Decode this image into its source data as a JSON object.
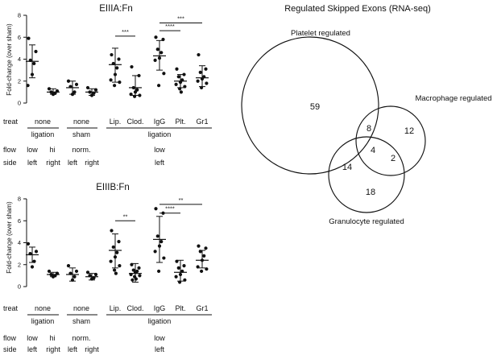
{
  "figure": {
    "panel_a_title": "EIIIA:Fn",
    "panel_b_title": "EIIIB:Fn",
    "venn_title": "Regulated Skipped Exons (RNA-seq)"
  },
  "annotations": {
    "row_labels": [
      "treat",
      "flow",
      "side"
    ],
    "treatment": {
      "none_left": "none",
      "none_right": "none",
      "lip": "Lip.",
      "clod": "Clod.",
      "igg": "IgG",
      "plt": "Plt.",
      "gr1": "Gr1"
    },
    "grouping": {
      "ligation_left": "ligation",
      "sham": "sham",
      "ligation_right": "ligation"
    },
    "flow": {
      "low": "low",
      "hi": "hi",
      "norm": "norm.",
      "low_right": "low"
    },
    "side": {
      "left_1": "left",
      "right_1": "right",
      "left_2": "left",
      "right_2": "right",
      "left_3": "left"
    }
  },
  "chart_data": [
    {
      "type": "scatter",
      "title": "EIIIA:Fn",
      "xlabel": "",
      "ylabel": "Fold-change (over sham)",
      "categories": [
        "none ligation low left",
        "none ligation hi right",
        "none sham norm. left",
        "none sham norm. right",
        "Lip.",
        "Clod.",
        "IgG",
        "Plt.",
        "Gr1"
      ],
      "ylim": [
        0,
        8
      ],
      "yticks": [
        0,
        2,
        4,
        6,
        8
      ],
      "grid": false,
      "series": [
        {
          "points": [
            [
              5.9,
              4.7,
              3.9,
              3.6,
              2.6,
              1.6
            ],
            [
              1.3,
              1.1,
              1.0,
              0.9,
              0.8
            ],
            [
              2.0,
              1.7,
              1.5,
              1.0,
              0.8
            ],
            [
              1.4,
              1.2,
              1.0,
              0.9,
              0.7
            ],
            [
              4.4,
              4.0,
              3.6,
              3.2,
              2.6,
              2.1,
              1.9,
              1.6
            ],
            [
              3.3,
              2.5,
              1.4,
              1.2,
              1.0,
              0.8,
              0.7,
              0.6
            ],
            [
              6.0,
              5.8,
              4.9,
              4.6,
              4.1,
              3.9,
              2.7,
              1.6
            ],
            [
              3.1,
              2.6,
              2.4,
              2.1,
              1.9,
              1.7,
              1.5,
              1.3,
              1.0
            ],
            [
              4.4,
              3.1,
              2.8,
              2.4,
              2.2,
              2.0,
              1.8,
              1.4
            ]
          ],
          "means": [
            3.8,
            1.0,
            1.4,
            1.0,
            3.5,
            1.4,
            4.3,
            2.0,
            2.3
          ],
          "errors": [
            [
              2.3,
              5.3
            ],
            [
              0.8,
              1.3
            ],
            [
              0.8,
              2.0
            ],
            [
              0.7,
              1.3
            ],
            [
              1.9,
              5.0
            ],
            [
              0.7,
              2.5
            ],
            [
              3.0,
              5.7
            ],
            [
              1.4,
              2.6
            ],
            [
              1.5,
              3.4
            ]
          ]
        }
      ],
      "significance": [
        {
          "from": "Lip.",
          "to": "Clod.",
          "label": "***",
          "y": 6.1
        },
        {
          "from": "IgG",
          "to": "Plt.",
          "label": "****",
          "y": 6.6
        },
        {
          "from": "IgG",
          "to": "Gr1",
          "label": "***",
          "y": 7.3
        }
      ]
    },
    {
      "type": "scatter",
      "title": "EIIIB:Fn",
      "xlabel": "",
      "ylabel": "Fold-change (over sham)",
      "categories": [
        "none ligation low left",
        "none ligation hi right",
        "none sham norm. left",
        "none sham norm. right",
        "Lip.",
        "Clod.",
        "IgG",
        "Plt.",
        "Gr1"
      ],
      "ylim": [
        0,
        8
      ],
      "yticks": [
        0,
        2,
        4,
        6,
        8
      ],
      "grid": false,
      "series": [
        {
          "points": [
            [
              3.9,
              3.2,
              3.0,
              2.3,
              1.8
            ],
            [
              1.4,
              1.2,
              1.1,
              1.0,
              0.9
            ],
            [
              1.9,
              1.4,
              1.2,
              0.9,
              0.6
            ],
            [
              1.3,
              1.1,
              1.0,
              0.8,
              0.7
            ],
            [
              5.1,
              4.1,
              3.6,
              3.1,
              2.7,
              2.3,
              1.9,
              1.5,
              1.2
            ],
            [
              2.0,
              1.7,
              1.5,
              1.4,
              1.3,
              1.1,
              1.0,
              0.9,
              0.7,
              0.6
            ],
            [
              7.1,
              6.7,
              4.6,
              4.1,
              3.7,
              3.2,
              2.6,
              1.4
            ],
            [
              2.3,
              1.9,
              1.7,
              1.4,
              1.1,
              0.9,
              0.6,
              0.4
            ],
            [
              3.7,
              3.5,
              3.2,
              2.8,
              2.4,
              1.8,
              1.6,
              1.4
            ]
          ],
          "means": [
            2.9,
            1.1,
            1.1,
            0.9,
            3.3,
            1.2,
            4.3,
            1.3,
            2.4
          ],
          "errors": [
            [
              2.2,
              3.6
            ],
            [
              0.9,
              1.3
            ],
            [
              0.5,
              1.7
            ],
            [
              0.6,
              1.2
            ],
            [
              1.7,
              4.8
            ],
            [
              0.4,
              2.1
            ],
            [
              2.2,
              6.4
            ],
            [
              0.5,
              2.4
            ],
            [
              1.7,
              3.3
            ]
          ]
        }
      ],
      "significance": [
        {
          "from": "Lip.",
          "to": "Clod.",
          "label": "**",
          "y": 6.0
        },
        {
          "from": "IgG",
          "to": "Plt.",
          "label": "****",
          "y": 6.7
        },
        {
          "from": "IgG",
          "to": "Gr1",
          "label": "**",
          "y": 7.5
        }
      ]
    },
    {
      "type": "venn",
      "title": "Regulated Skipped Exons (RNA-seq)",
      "sets": [
        "Platelet regulated",
        "Macrophage regulated",
        "Granulocyte regulated"
      ],
      "regions": {
        "platelet_only": 59,
        "platelet_macrophage": 8,
        "macrophage_only": 12,
        "all_three": 4,
        "macrophage_granulocyte": 2,
        "platelet_granulocyte": 14,
        "granulocyte_only": 18
      }
    }
  ]
}
